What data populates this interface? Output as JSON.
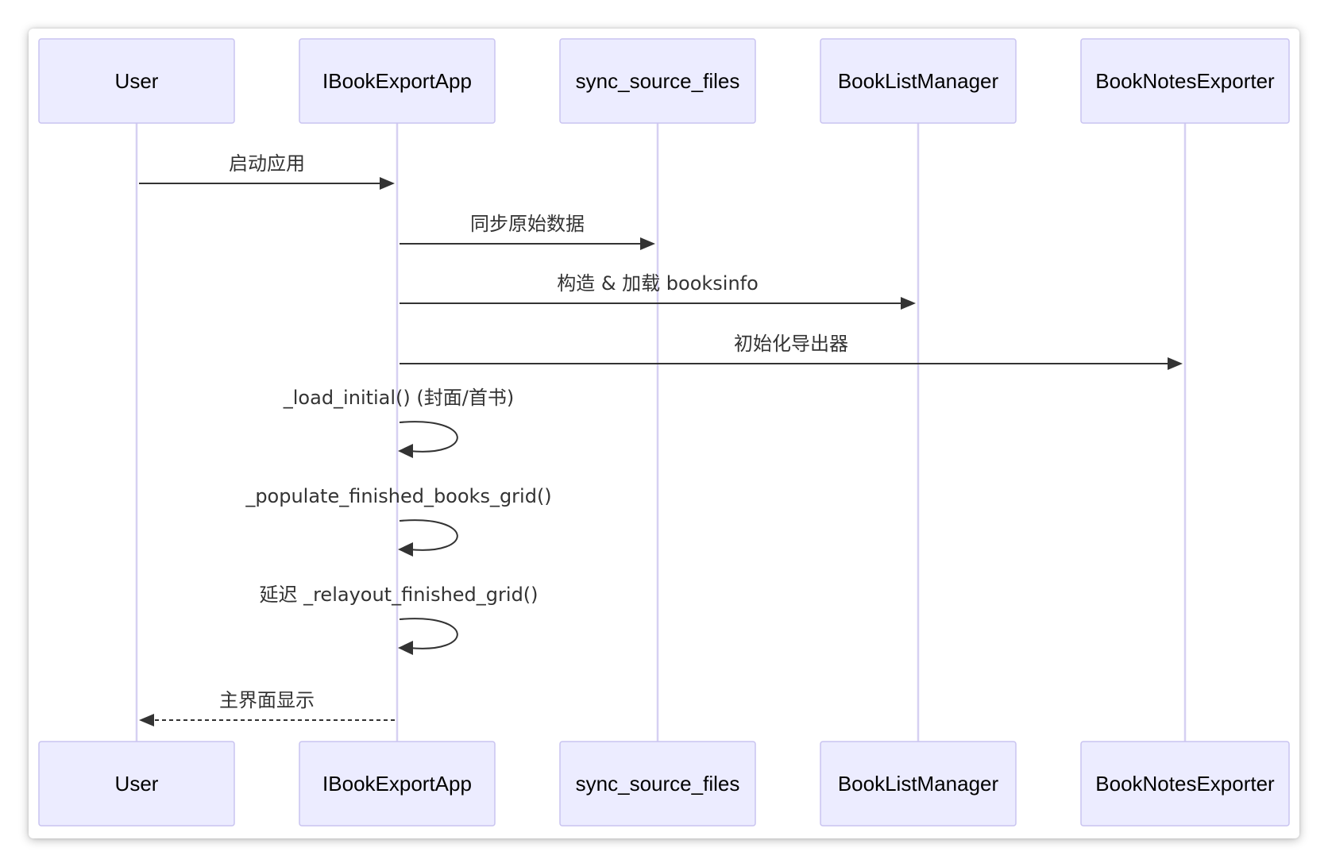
{
  "diagram": {
    "type": "sequence",
    "colors": {
      "actor_fill": "#ececff",
      "actor_border": "#c9c3f0",
      "lifeline": "#d6d0f2",
      "message": "#333333"
    },
    "participants": [
      "User",
      "IBookExportApp",
      "sync_source_files",
      "BookListManager",
      "BookNotesExporter"
    ],
    "messages": [
      {
        "from": "User",
        "to": "IBookExportApp",
        "label": "启动应用",
        "style": "solid"
      },
      {
        "from": "IBookExportApp",
        "to": "sync_source_files",
        "label": "同步原始数据",
        "style": "solid"
      },
      {
        "from": "IBookExportApp",
        "to": "BookListManager",
        "label": "构造 & 加载 booksinfo",
        "style": "solid"
      },
      {
        "from": "IBookExportApp",
        "to": "BookNotesExporter",
        "label": "初始化导出器",
        "style": "solid"
      },
      {
        "from": "IBookExportApp",
        "to": "IBookExportApp",
        "label": "_load_initial() (封面/首书)",
        "style": "self"
      },
      {
        "from": "IBookExportApp",
        "to": "IBookExportApp",
        "label": "_populate_finished_books_grid()",
        "style": "self"
      },
      {
        "from": "IBookExportApp",
        "to": "IBookExportApp",
        "label": "延迟 _relayout_finished_grid()",
        "style": "self"
      },
      {
        "from": "IBookExportApp",
        "to": "User",
        "label": "主界面显示",
        "style": "dashed"
      }
    ]
  }
}
